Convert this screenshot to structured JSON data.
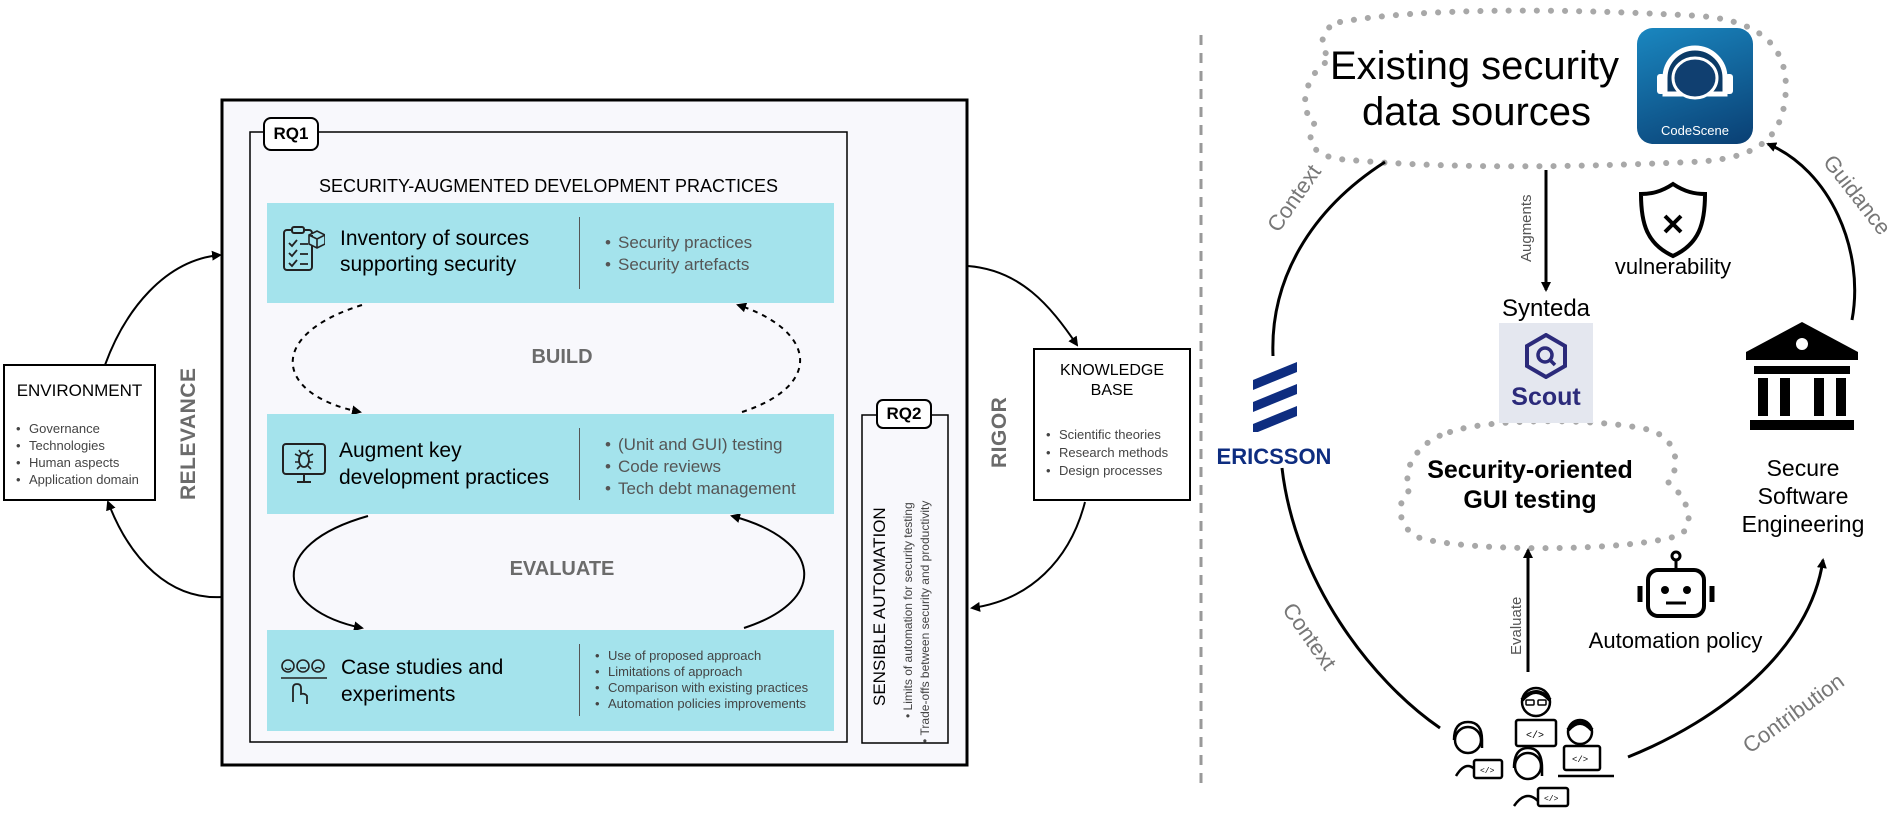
{
  "left": {
    "environment": {
      "title": "ENVIRONMENT",
      "items": [
        "Governance",
        "Technologies",
        "Human aspects",
        "Application domain"
      ]
    },
    "relevance": "RELEVANCE",
    "rigor": "RIGOR",
    "knowledge_base": {
      "title_line1": "KNOWLEDGE",
      "title_line2": "BASE",
      "items": [
        "Scientific theories",
        "Research methods",
        "Design processes"
      ]
    },
    "rq1": {
      "tag": "RQ1",
      "title": "SECURITY-AUGMENTED DEVELOPMENT PRACTICES",
      "build": "BUILD",
      "evaluate": "EVALUATE",
      "rows": [
        {
          "line1": "Inventory of sources",
          "line2": "supporting security",
          "items": [
            "Security practices",
            "Security artefacts"
          ]
        },
        {
          "line1": "Augment key",
          "line2": "development practices",
          "items": [
            "(Unit and GUI) testing",
            "Code reviews",
            "Tech debt management"
          ]
        },
        {
          "line1": "Case studies and",
          "line2": "experiments",
          "items": [
            "Use of proposed approach",
            "Limitations of approach",
            "Comparison with existing practices",
            "Automation policies improvements"
          ]
        }
      ]
    },
    "rq2": {
      "tag": "RQ2",
      "title": "SENSIBLE AUTOMATION",
      "items": [
        "Limits of automation for security testing",
        "Trade-offs between security and productivity"
      ]
    }
  },
  "right": {
    "sources_line1": "Existing security",
    "sources_line2": "data sources",
    "codescene": "CodeScene",
    "vulnerability": "vulnerability",
    "synteda": "Synteda",
    "scout": "Scout",
    "gui_line1": "Security-oriented",
    "gui_line2": "GUI testing",
    "automation_policy": "Automation policy",
    "sse_line1": "Secure",
    "sse_line2": "Software",
    "sse_line3": "Engineering",
    "ericsson": "ERICSSON",
    "edge_context_top": "Context",
    "edge_context_bottom": "Context",
    "edge_augments": "Augments",
    "edge_evaluate": "Evaluate",
    "edge_guidance": "Guidance",
    "edge_contribution": "Contribution"
  },
  "colors": {
    "cyan": "#a4e3ec",
    "panel": "#f8f8fc",
    "grey_label": "#6b6b6b",
    "ericsson_blue": "#0e2d80",
    "codescene_blue": "#0e4f80",
    "scout_purple": "#2b2a7a"
  }
}
